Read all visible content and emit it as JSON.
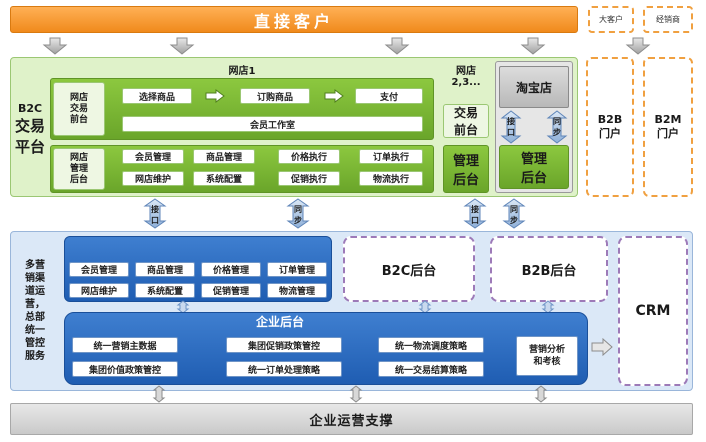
{
  "top": {
    "direct_customer": "直接客户",
    "big_customer": "大客户",
    "distributor": "经销商"
  },
  "b2c_platform": {
    "title_lines": [
      "B2C",
      "交易",
      "平台"
    ],
    "store1": {
      "title": "网店1",
      "trade_frontend_label": [
        "网店",
        "交易",
        "前台"
      ],
      "trade_flow": [
        "选择商品",
        "订购商品",
        "支付"
      ],
      "member_workspace": "会员工作室",
      "backend_label": [
        "网店",
        "管理",
        "后台"
      ],
      "backend_items": [
        "会员管理",
        "商品管理",
        "价格执行",
        "订单执行",
        "网店维护",
        "系统配置",
        "促销执行",
        "物流执行"
      ]
    },
    "store23": {
      "title": [
        "网店",
        "2,3..."
      ],
      "frontend": [
        "交易",
        "前台"
      ],
      "backend": [
        "管理",
        "后台"
      ]
    },
    "taobao": {
      "title": "淘宝店",
      "interface": [
        "接",
        "口"
      ],
      "sync": [
        "同",
        "步"
      ],
      "backend": [
        "管理",
        "后台"
      ]
    }
  },
  "portals": {
    "b2b": [
      "B2B",
      "门户"
    ],
    "b2m": [
      "B2M",
      "门户"
    ]
  },
  "connectors": {
    "interface": [
      "接",
      "口"
    ],
    "sync": [
      "同",
      "步"
    ]
  },
  "operations": {
    "side_label": [
      "多营",
      "销渠",
      "道运",
      "营，",
      "总部",
      "统一",
      "管控",
      "服务"
    ],
    "blue_items": [
      "会员管理",
      "商品管理",
      "价格管理",
      "订单管理",
      "网店维护",
      "系统配置",
      "促销管理",
      "物流管理"
    ],
    "b2c_backend": "B2C后台",
    "b2b_backend": "B2B后台",
    "crm": "CRM",
    "enterprise_backend": {
      "title": "企业后台",
      "items": [
        "统一营销主数据",
        "集团促销政策管控",
        "统一物流调度策略",
        "集团价值政策管控",
        "统一订单处理策略",
        "统一交易结算策略"
      ],
      "analysis": [
        "营销分析",
        "和考核"
      ]
    }
  },
  "bottom": {
    "support": "企业运营支撑"
  }
}
